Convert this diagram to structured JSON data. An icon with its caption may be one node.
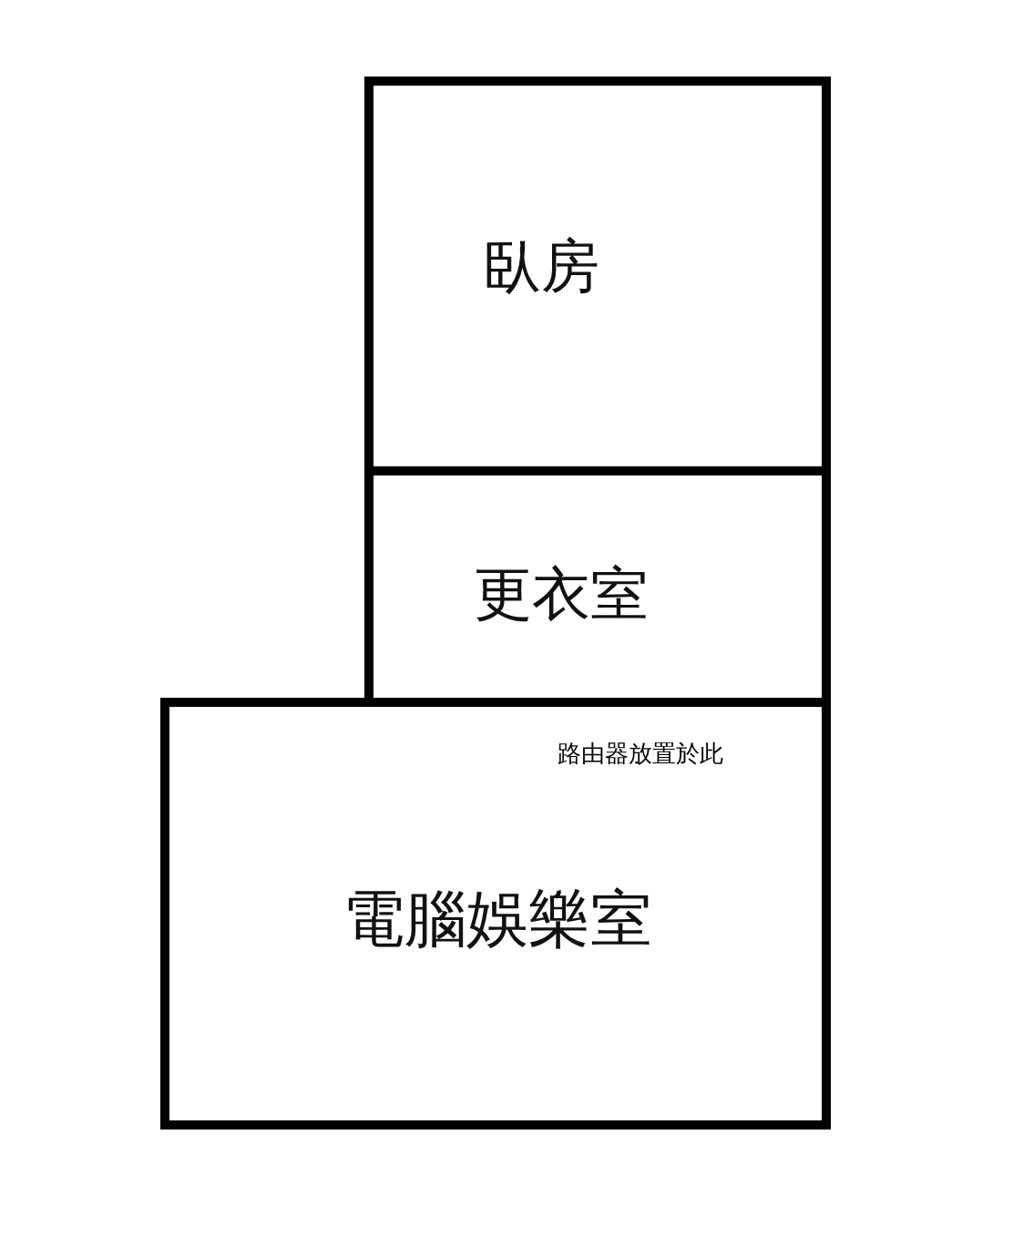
{
  "diagram": {
    "nodes": [
      {
        "text": [
          "臥房"
        ]
      },
      {
        "text": [
          "更衣室"
        ]
      },
      {
        "text": [
          "電腦娛樂室"
        ]
      }
    ],
    "labels": [
      "路由器放置於此"
    ]
  }
}
